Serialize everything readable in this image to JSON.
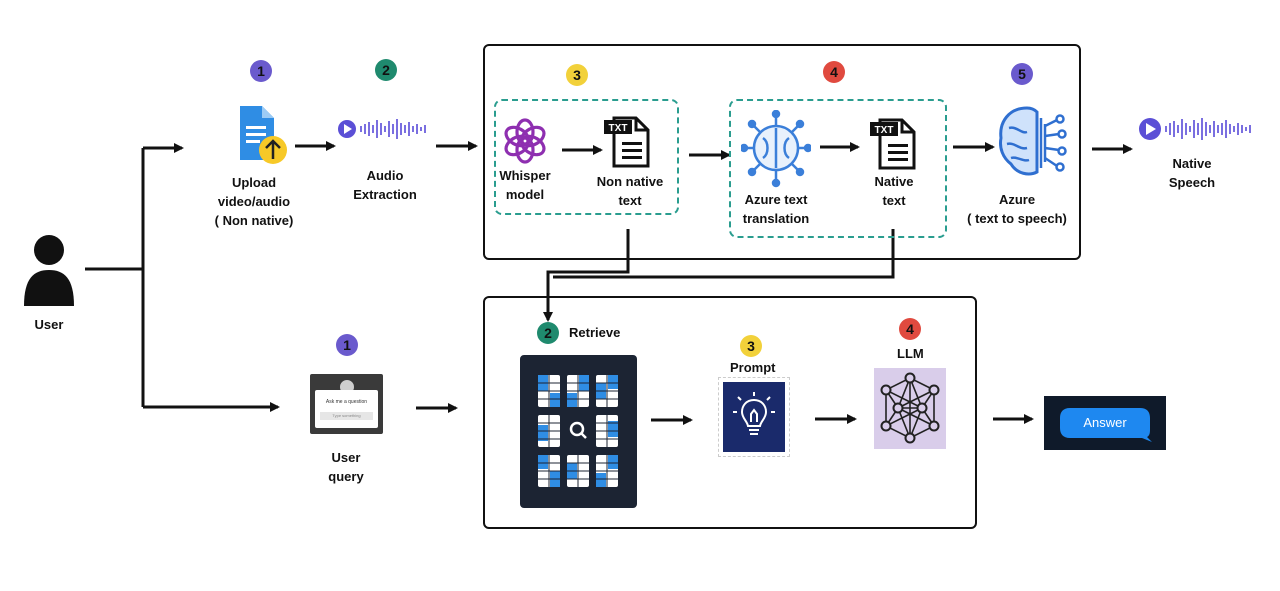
{
  "colors": {
    "badge_purple": "#6a5acd",
    "badge_green": "#1f8a6e",
    "badge_yellow": "#f2d13a",
    "badge_red": "#e04a3f",
    "dash_teal": "#2a9d8f",
    "brain_blue": "#3b7fd9",
    "answer_blue": "#1e88f0",
    "navy": "#1a2a6b"
  },
  "user": {
    "label": "User",
    "icon": "user-icon"
  },
  "top": {
    "step1": {
      "badge": "1",
      "label_lines": [
        "Upload",
        "video/audio",
        "( Non native)"
      ],
      "icon": "file-upload-icon"
    },
    "step2": {
      "badge": "2",
      "label_lines": [
        "Audio",
        "Extraction"
      ],
      "icon": "audio-wave-icon"
    },
    "step3": {
      "badge": "3",
      "whisper_lines": [
        "Whisper",
        "model"
      ],
      "txt_lines": [
        "Non native",
        "text"
      ],
      "txt_tag": "TXT"
    },
    "step4": {
      "badge": "4",
      "azure_lines": [
        "Azure text",
        "translation"
      ],
      "txt_lines": [
        "Native",
        "text"
      ],
      "txt_tag": "TXT"
    },
    "step5": {
      "badge": "5",
      "label_lines": [
        "Azure",
        "( text to speech)"
      ],
      "icon": "ai-brain-icon"
    },
    "output": {
      "label_lines": [
        "Native",
        "Speech"
      ],
      "icon": "audio-wave-icon"
    }
  },
  "bottom": {
    "query": {
      "badge": "1",
      "label_lines": [
        "User",
        "query"
      ],
      "card_title": "Ask me a question",
      "card_placeholder": "Type something"
    },
    "retrieve": {
      "badge": "2",
      "label": "Retrieve"
    },
    "prompt": {
      "badge": "3",
      "label": "Prompt"
    },
    "llm": {
      "badge": "4",
      "label": "LLM"
    },
    "answer": {
      "label": "Answer"
    }
  }
}
